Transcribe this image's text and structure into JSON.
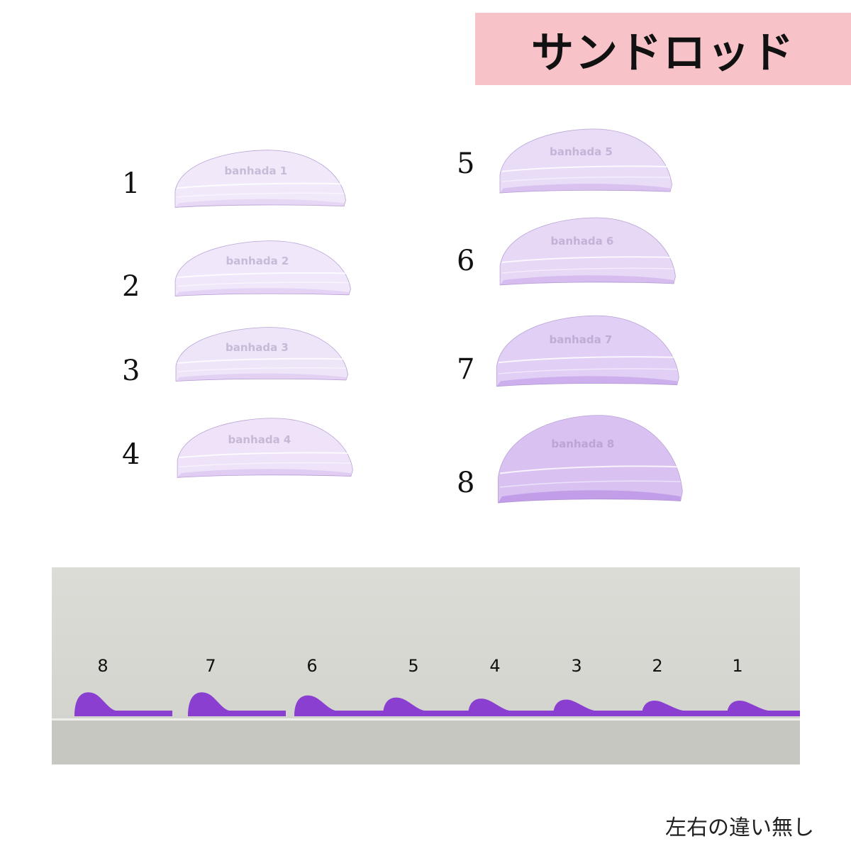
{
  "title": "サンドロッド",
  "rods": [
    {
      "label": "1",
      "embossed": "banhada 1",
      "tint": 0.25
    },
    {
      "label": "2",
      "embossed": "banhada 2",
      "tint": 0.28
    },
    {
      "label": "3",
      "embossed": "banhada 3",
      "tint": 0.3
    },
    {
      "label": "4",
      "embossed": "banhada 4",
      "tint": 0.32
    },
    {
      "label": "5",
      "embossed": "banhada 5",
      "tint": 0.4
    },
    {
      "label": "6",
      "embossed": "banhada 6",
      "tint": 0.45
    },
    {
      "label": "7",
      "embossed": "banhada 7",
      "tint": 0.55
    },
    {
      "label": "8",
      "embossed": "banhada 8",
      "tint": 0.7
    }
  ],
  "side_view_labels": [
    "8",
    "7",
    "6",
    "5",
    "4",
    "3",
    "2",
    "1"
  ],
  "colors": {
    "title_bg": "#f7c2c8",
    "rod": "#c9a8ec",
    "rod_side": "#8a3fd0"
  },
  "caption": "左右の違い無し"
}
